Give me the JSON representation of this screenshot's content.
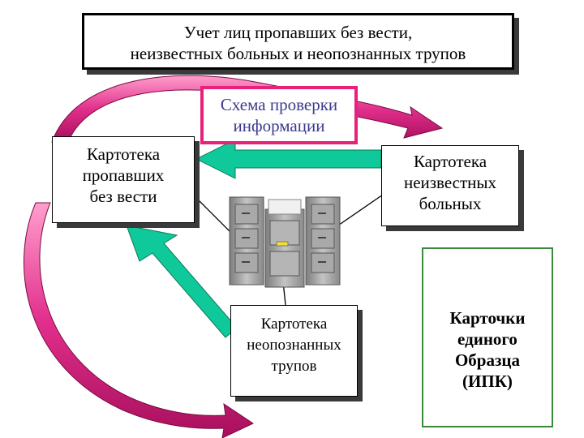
{
  "title": {
    "line1": "Учет лиц пропавших  без  вести,",
    "line2": "неизвестных больных и неопознанных трупов"
  },
  "scheme": {
    "line1": "Схема проверки",
    "line2": "информации"
  },
  "missing_card_file": {
    "line1": "Картотека",
    "line2": "пропавших",
    "line3": "без  вести"
  },
  "unknown_patients_card_file": {
    "line1": "Картотека",
    "line2": "неизвестных",
    "line3": "больных"
  },
  "unidentified_corpses_card_file": {
    "line1": "Картотека",
    "line2": "неопознанных",
    "line3": "трупов"
  },
  "unified_cards": {
    "line1": "Карточки",
    "line2": "единого",
    "line3": "Образца",
    "line4": "(ИПК)"
  },
  "colors": {
    "magenta_arrow": "#d81a7a",
    "green_arrow": "#10c99a",
    "scheme_border": "#e8217a",
    "scheme_text": "#3b3a8c",
    "cards_border": "#3a8a3a"
  },
  "icons": [
    "filing-cabinet-icon",
    "person-face-icon",
    "eye-face-icon"
  ]
}
